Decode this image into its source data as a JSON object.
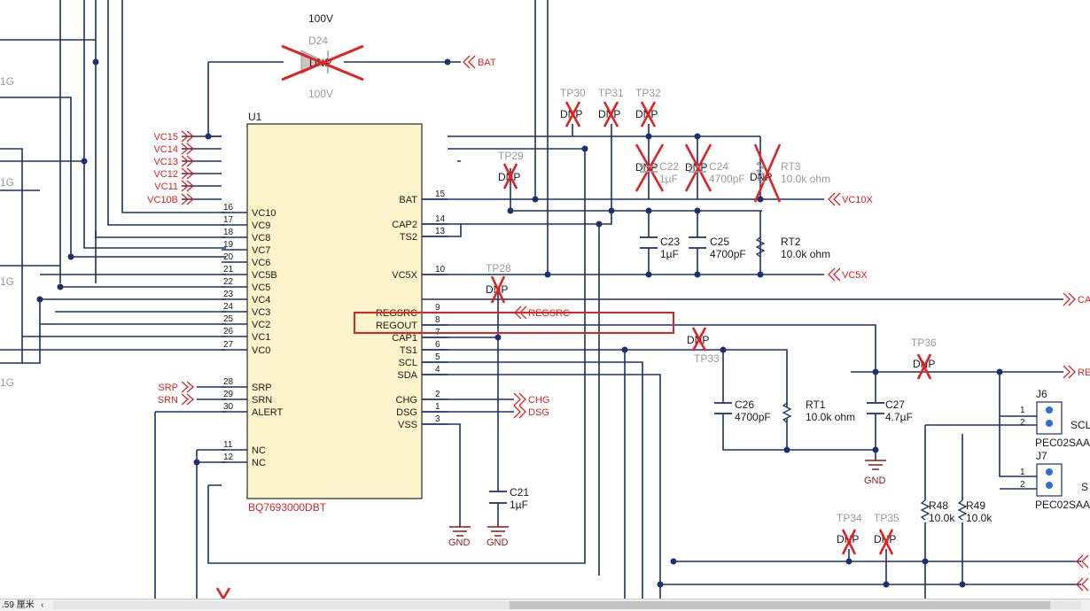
{
  "schematic": {
    "ic": {
      "ref": "U1",
      "part": "BQ7693000DBT"
    },
    "left_pins": [
      {
        "num": "16",
        "name": "VC10"
      },
      {
        "num": "17",
        "name": "VC9"
      },
      {
        "num": "18",
        "name": "VC8"
      },
      {
        "num": "19",
        "name": "VC7"
      },
      {
        "num": "20",
        "name": "VC6"
      },
      {
        "num": "21",
        "name": "VC5B"
      },
      {
        "num": "22",
        "name": "VC5"
      },
      {
        "num": "23",
        "name": "VC4"
      },
      {
        "num": "24",
        "name": "VC3"
      },
      {
        "num": "25",
        "name": "VC2"
      },
      {
        "num": "26",
        "name": "VC1"
      },
      {
        "num": "27",
        "name": "VC0"
      },
      {
        "num": "28",
        "name": "SRP"
      },
      {
        "num": "29",
        "name": "SRN"
      },
      {
        "num": "30",
        "name": "ALERT"
      },
      {
        "num": "11",
        "name": "NC"
      },
      {
        "num": "12",
        "name": "NC"
      }
    ],
    "right_pins": [
      {
        "num": "15",
        "name": "BAT"
      },
      {
        "num": "14",
        "name": "CAP2"
      },
      {
        "num": "13",
        "name": "TS2"
      },
      {
        "num": "10",
        "name": "VC5X"
      },
      {
        "num": "9",
        "name": "REGSRC"
      },
      {
        "num": "8",
        "name": "REGOUT"
      },
      {
        "num": "7",
        "name": "CAP1"
      },
      {
        "num": "6",
        "name": "TS1"
      },
      {
        "num": "5",
        "name": "SCL"
      },
      {
        "num": "4",
        "name": "SDA"
      },
      {
        "num": "2",
        "name": "CHG"
      },
      {
        "num": "1",
        "name": "DSG"
      },
      {
        "num": "3",
        "name": "VSS"
      }
    ],
    "left_nets": [
      "VC15",
      "VC14",
      "VC13",
      "VC12",
      "VC11",
      "VC10B",
      "SRP",
      "SRN"
    ],
    "right_nets": {
      "bat": "BAT",
      "vc10x": "VC10X",
      "vc5x": "VC5X",
      "regsrc": "REGSRC",
      "chg": "CHG",
      "dsg": "DSG",
      "ca": "CA",
      "re": "RE"
    },
    "edge_labels": [
      "1G",
      "1G",
      "1G",
      "1G"
    ],
    "dnp": "DNP",
    "diode": {
      "ref": "D24",
      "value": "100V",
      "value_top": "100V"
    },
    "testpoints": [
      "TP30",
      "TP31",
      "TP32",
      "TP29",
      "TP28",
      "TP33",
      "TP36",
      "TP34",
      "TP35"
    ],
    "caps": [
      {
        "ref": "C22",
        "value": "1µF"
      },
      {
        "ref": "C24",
        "value": "4700pF"
      },
      {
        "ref": "C23",
        "value": "1µF"
      },
      {
        "ref": "C25",
        "value": "4700pF"
      },
      {
        "ref": "C26",
        "value": "4700pF"
      },
      {
        "ref": "C27",
        "value": "4.7µF"
      },
      {
        "ref": "C21",
        "value": "1µF"
      }
    ],
    "resistors": [
      {
        "ref": "RT3",
        "value": "10.0k ohm"
      },
      {
        "ref": "RT2",
        "value": "10.0k ohm"
      },
      {
        "ref": "RT1",
        "value": "10.0k ohm"
      },
      {
        "ref": "R48",
        "value": "10.0k"
      },
      {
        "ref": "R49",
        "value": "10.0k"
      }
    ],
    "connectors": [
      {
        "ref": "J6",
        "part": "PEC02SAA",
        "signal": "SCL",
        "pins": [
          "1",
          "2"
        ]
      },
      {
        "ref": "J7",
        "part": "PEC02SAA",
        "signal": "S",
        "pins": [
          "1",
          "2"
        ]
      }
    ],
    "gnd": "GND",
    "highlight_color": "#e02222",
    "wire_color": "#1f2f6b"
  },
  "statusbar": {
    "text": ".59 厘米",
    "scroll_left_icon": "‹"
  }
}
